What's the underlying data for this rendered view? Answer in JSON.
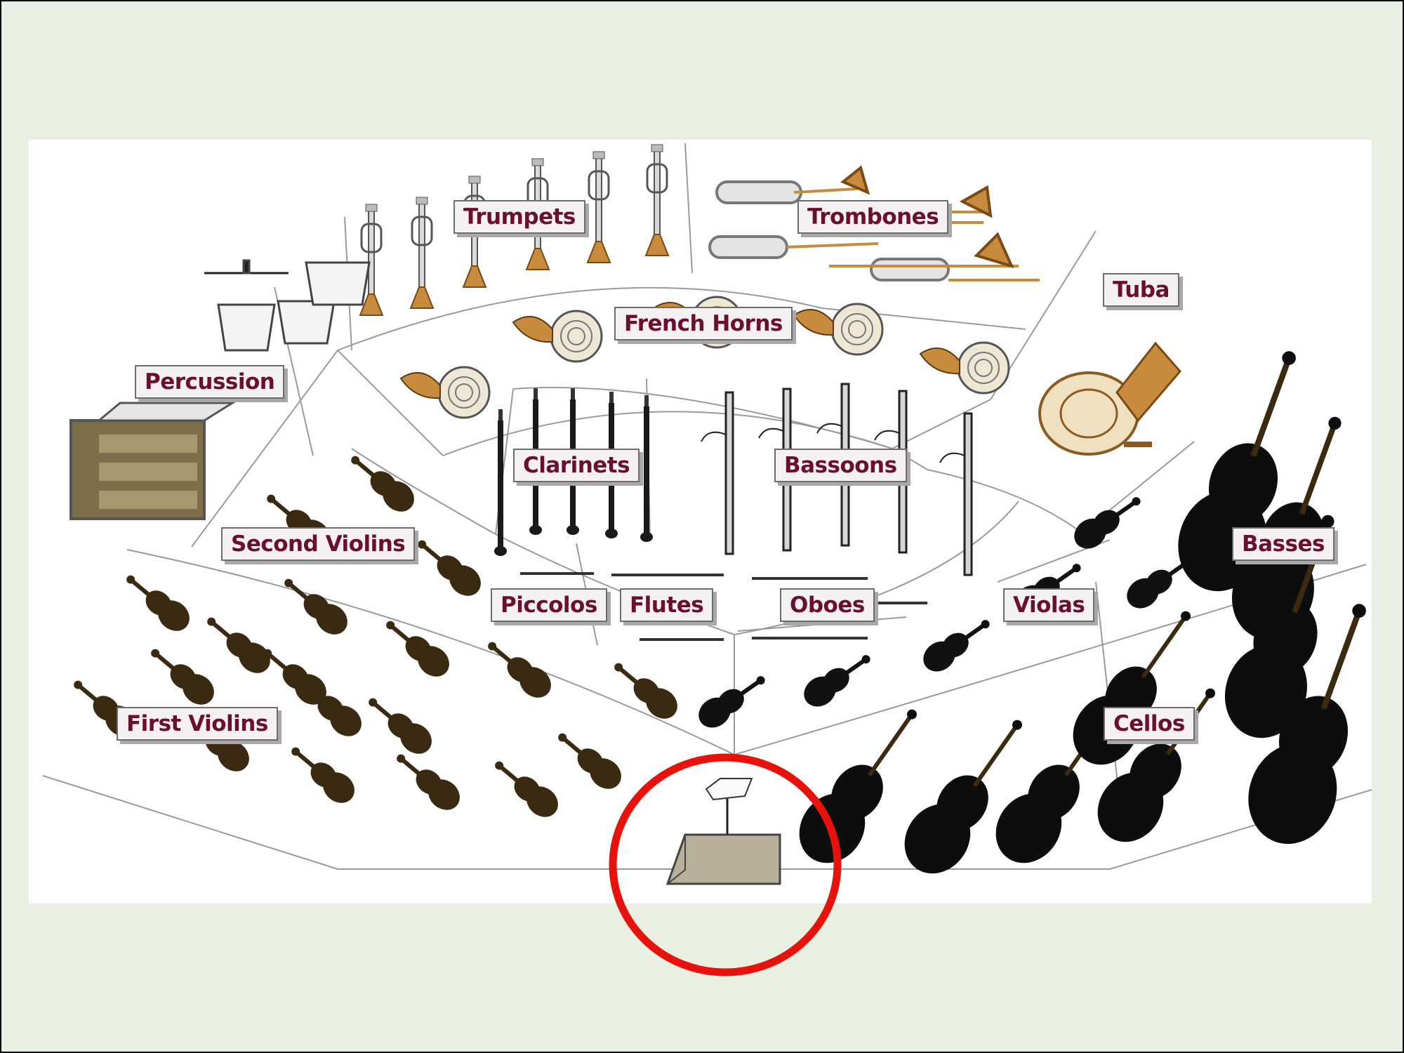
{
  "sections": {
    "trumpets": "Trumpets",
    "trombones": "Trombones",
    "tuba": "Tuba",
    "french_horns": "French Horns",
    "percussion": "Percussion",
    "clarinets": "Clarinets",
    "bassoons": "Bassoons",
    "second_violins": "Second Violins",
    "basses": "Basses",
    "piccolos": "Piccolos",
    "flutes": "Flutes",
    "oboes": "Oboes",
    "violas": "Violas",
    "first_violins": "First Violins",
    "cellos": "Cellos"
  },
  "highlight": {
    "target": "conductor-podium",
    "color": "#e8120c"
  },
  "colors": {
    "background": "#e9f0e1",
    "stage": "#ffffff",
    "label_text": "#6b0f2f",
    "brass": "#c88a3c",
    "dark_strings": "#111111",
    "violin": "#3a2a12"
  }
}
